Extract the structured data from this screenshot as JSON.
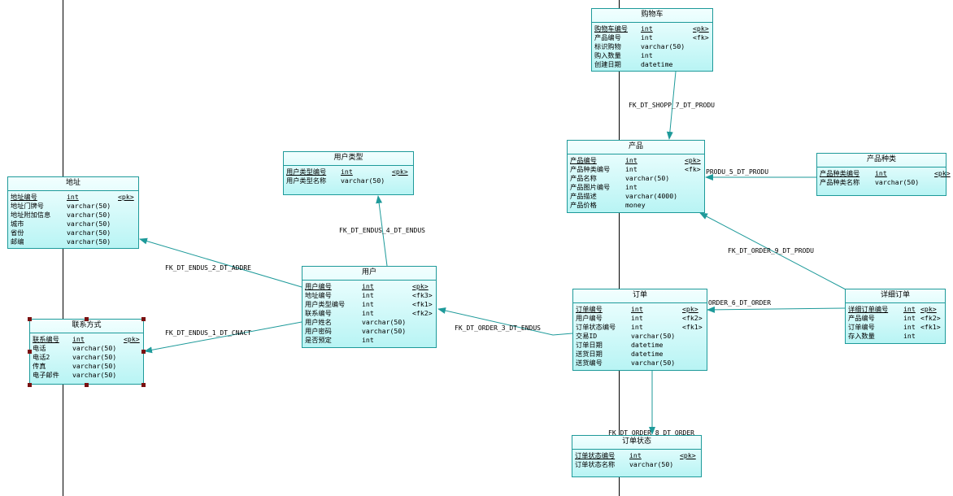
{
  "colors": {
    "entity_border": "#1e9a9a",
    "entity_fill_top": "#f2ffff",
    "entity_fill_bottom": "#b8f4f4",
    "relation_line": "#1e9a9a",
    "selection_handle": "#7a1010"
  },
  "entities": {
    "cart": {
      "title": "购物车",
      "rows": [
        {
          "name": "购物车编号",
          "type": "int",
          "key": "<pk>"
        },
        {
          "name": "产品编号",
          "type": "int",
          "key": "<fk>"
        },
        {
          "name": "标识购物",
          "type": "varchar(50)",
          "key": ""
        },
        {
          "name": "购入数量",
          "type": "int",
          "key": ""
        },
        {
          "name": "创建日期",
          "type": "datetime",
          "key": ""
        }
      ]
    },
    "product": {
      "title": "产品",
      "rows": [
        {
          "name": "产品编号",
          "type": "int",
          "key": "<pk>"
        },
        {
          "name": "产品种类编号",
          "type": "int",
          "key": "<fk>"
        },
        {
          "name": "产品名称",
          "type": "varchar(50)",
          "key": ""
        },
        {
          "name": "产品图片编号",
          "type": "int",
          "key": ""
        },
        {
          "name": "产品描述",
          "type": "varchar(4000)",
          "key": ""
        },
        {
          "name": "产品价格",
          "type": "money",
          "key": ""
        }
      ]
    },
    "product_type": {
      "title": "产品种类",
      "rows": [
        {
          "name": "产品种类编号",
          "type": "int",
          "key": "<pk>"
        },
        {
          "name": "产品种类名称",
          "type": "varchar(50)",
          "key": ""
        }
      ]
    },
    "user_type": {
      "title": "用户类型",
      "rows": [
        {
          "name": "用户类型编号",
          "type": "int",
          "key": "<pk>"
        },
        {
          "name": "用户类型名称",
          "type": "varchar(50)",
          "key": ""
        }
      ]
    },
    "address": {
      "title": "地址",
      "rows": [
        {
          "name": "地址编号",
          "type": "int",
          "key": "<pk>"
        },
        {
          "name": "地址门牌号",
          "type": "varchar(50)",
          "key": ""
        },
        {
          "name": "地址附加信息",
          "type": "varchar(50)",
          "key": ""
        },
        {
          "name": "城市",
          "type": "varchar(50)",
          "key": ""
        },
        {
          "name": "省份",
          "type": "varchar(50)",
          "key": ""
        },
        {
          "name": "邮编",
          "type": "varchar(50)",
          "key": ""
        }
      ]
    },
    "user": {
      "title": "用户",
      "rows": [
        {
          "name": "用户编号",
          "type": "int",
          "key": "<pk>"
        },
        {
          "name": "地址编号",
          "type": "int",
          "key": "<fk3>"
        },
        {
          "name": "用户类型编号",
          "type": "int",
          "key": "<fk1>"
        },
        {
          "name": "联系编号",
          "type": "int",
          "key": "<fk2>"
        },
        {
          "name": "用户姓名",
          "type": "varchar(50)",
          "key": ""
        },
        {
          "name": "用户密码",
          "type": "varchar(50)",
          "key": ""
        },
        {
          "name": "是否预定",
          "type": "int",
          "key": ""
        }
      ]
    },
    "contact": {
      "title": "联系方式",
      "rows": [
        {
          "name": "联系编号",
          "type": "int",
          "key": "<pk>"
        },
        {
          "name": "电话",
          "type": "varchar(50)",
          "key": ""
        },
        {
          "name": "电话2",
          "type": "varchar(50)",
          "key": ""
        },
        {
          "name": "传真",
          "type": "varchar(50)",
          "key": ""
        },
        {
          "name": "电子邮件",
          "type": "varchar(50)",
          "key": ""
        }
      ]
    },
    "order": {
      "title": "订单",
      "rows": [
        {
          "name": "订单编号",
          "type": "int",
          "key": "<pk>"
        },
        {
          "name": "用户编号",
          "type": "int",
          "key": "<fk2>"
        },
        {
          "name": "订单状态编号",
          "type": "int",
          "key": "<fk1>"
        },
        {
          "name": "交易ID",
          "type": "varchar(50)",
          "key": ""
        },
        {
          "name": "订单日期",
          "type": "datetime",
          "key": ""
        },
        {
          "name": "送货日期",
          "type": "datetime",
          "key": ""
        },
        {
          "name": "送货编号",
          "type": "varchar(50)",
          "key": ""
        }
      ]
    },
    "order_detail": {
      "title": "详细订单",
      "rows": [
        {
          "name": "详细订单编号",
          "type": "int",
          "key": "<pk>"
        },
        {
          "name": "产品编号",
          "type": "int",
          "key": "<fk2>"
        },
        {
          "name": "订单编号",
          "type": "int",
          "key": "<fk1>"
        },
        {
          "name": "存入数量",
          "type": "int",
          "key": ""
        }
      ]
    },
    "order_status": {
      "title": "订单状态",
      "rows": [
        {
          "name": "订单状态编号",
          "type": "int",
          "key": "<pk>"
        },
        {
          "name": "订单状态名称",
          "type": "varchar(50)",
          "key": ""
        }
      ]
    }
  },
  "relations": {
    "shopp_produ": "FK_DT_SHOPP_7_DT_PRODU",
    "produ_5": "PRODU_5_DT_PRODU",
    "endus_4": "FK_DT_ENDUS_4_DT_ENDUS",
    "endus_2": "FK_DT_ENDUS_2_DT_ADDRE",
    "endus_1": "FK_DT_ENDUS_1_DT_CNACT",
    "order_3": "FK_DT_ORDER_3_DT_ENDUS",
    "order_9": "FK_DT_ORDER_9_DT_PRODU",
    "order_6": "ORDER_6_DT_ORDER",
    "order_8": "FK_DT_ORDER_8_DT_ORDER"
  }
}
